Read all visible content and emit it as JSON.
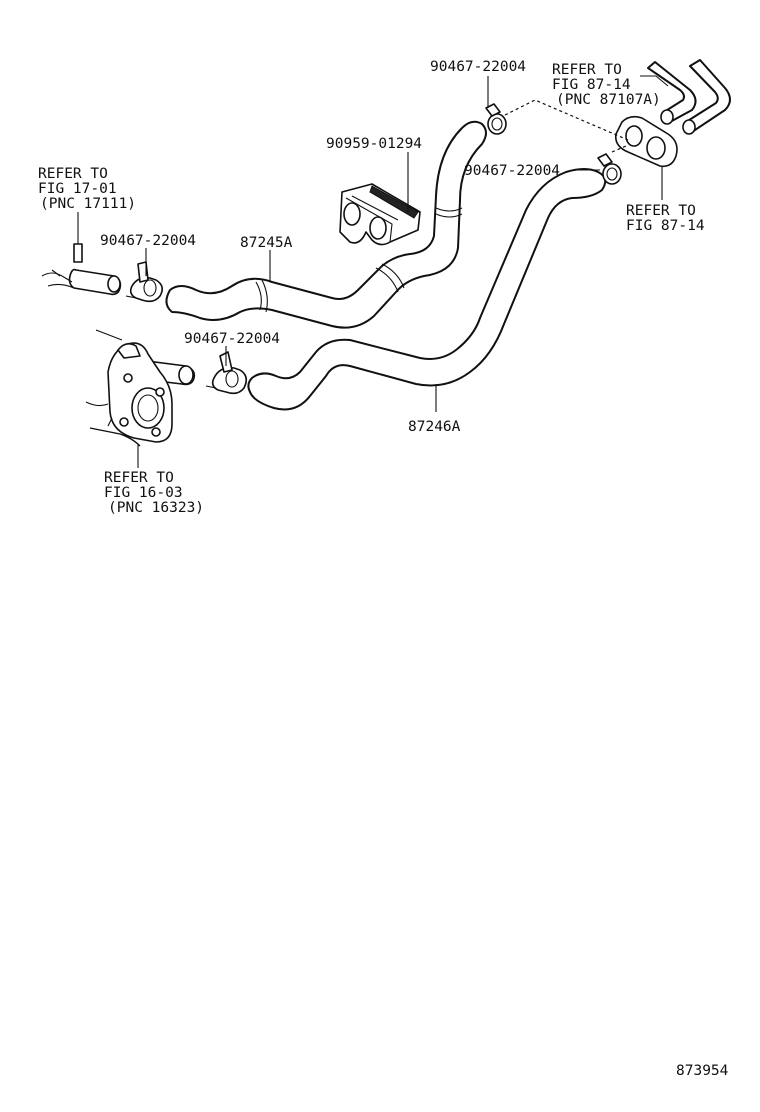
{
  "labels": {
    "clamp_top": "90467-22004",
    "refer_87107a_line1": "REFER TO",
    "refer_87107a_line2": "FIG 87-14",
    "refer_87107a_line3": "(PNC 87107A)",
    "clip_holder": "90959-01294",
    "clamp_right": "90467-22004",
    "refer_8714_line1": "REFER TO",
    "refer_8714_line2": "FIG 87-14",
    "refer_17111_line1": "REFER TO",
    "refer_17111_line2": "FIG 17-01",
    "refer_17111_line3": "(PNC 17111)",
    "clamp_left": "90467-22004",
    "hose_87245a": "87245A",
    "clamp_middle": "90467-22004",
    "hose_87246a": "87246A",
    "refer_16323_line1": "REFER TO",
    "refer_16323_line2": "FIG 16-03",
    "refer_16323_line3": "(PNC 16323)",
    "figure_id": "873954"
  }
}
